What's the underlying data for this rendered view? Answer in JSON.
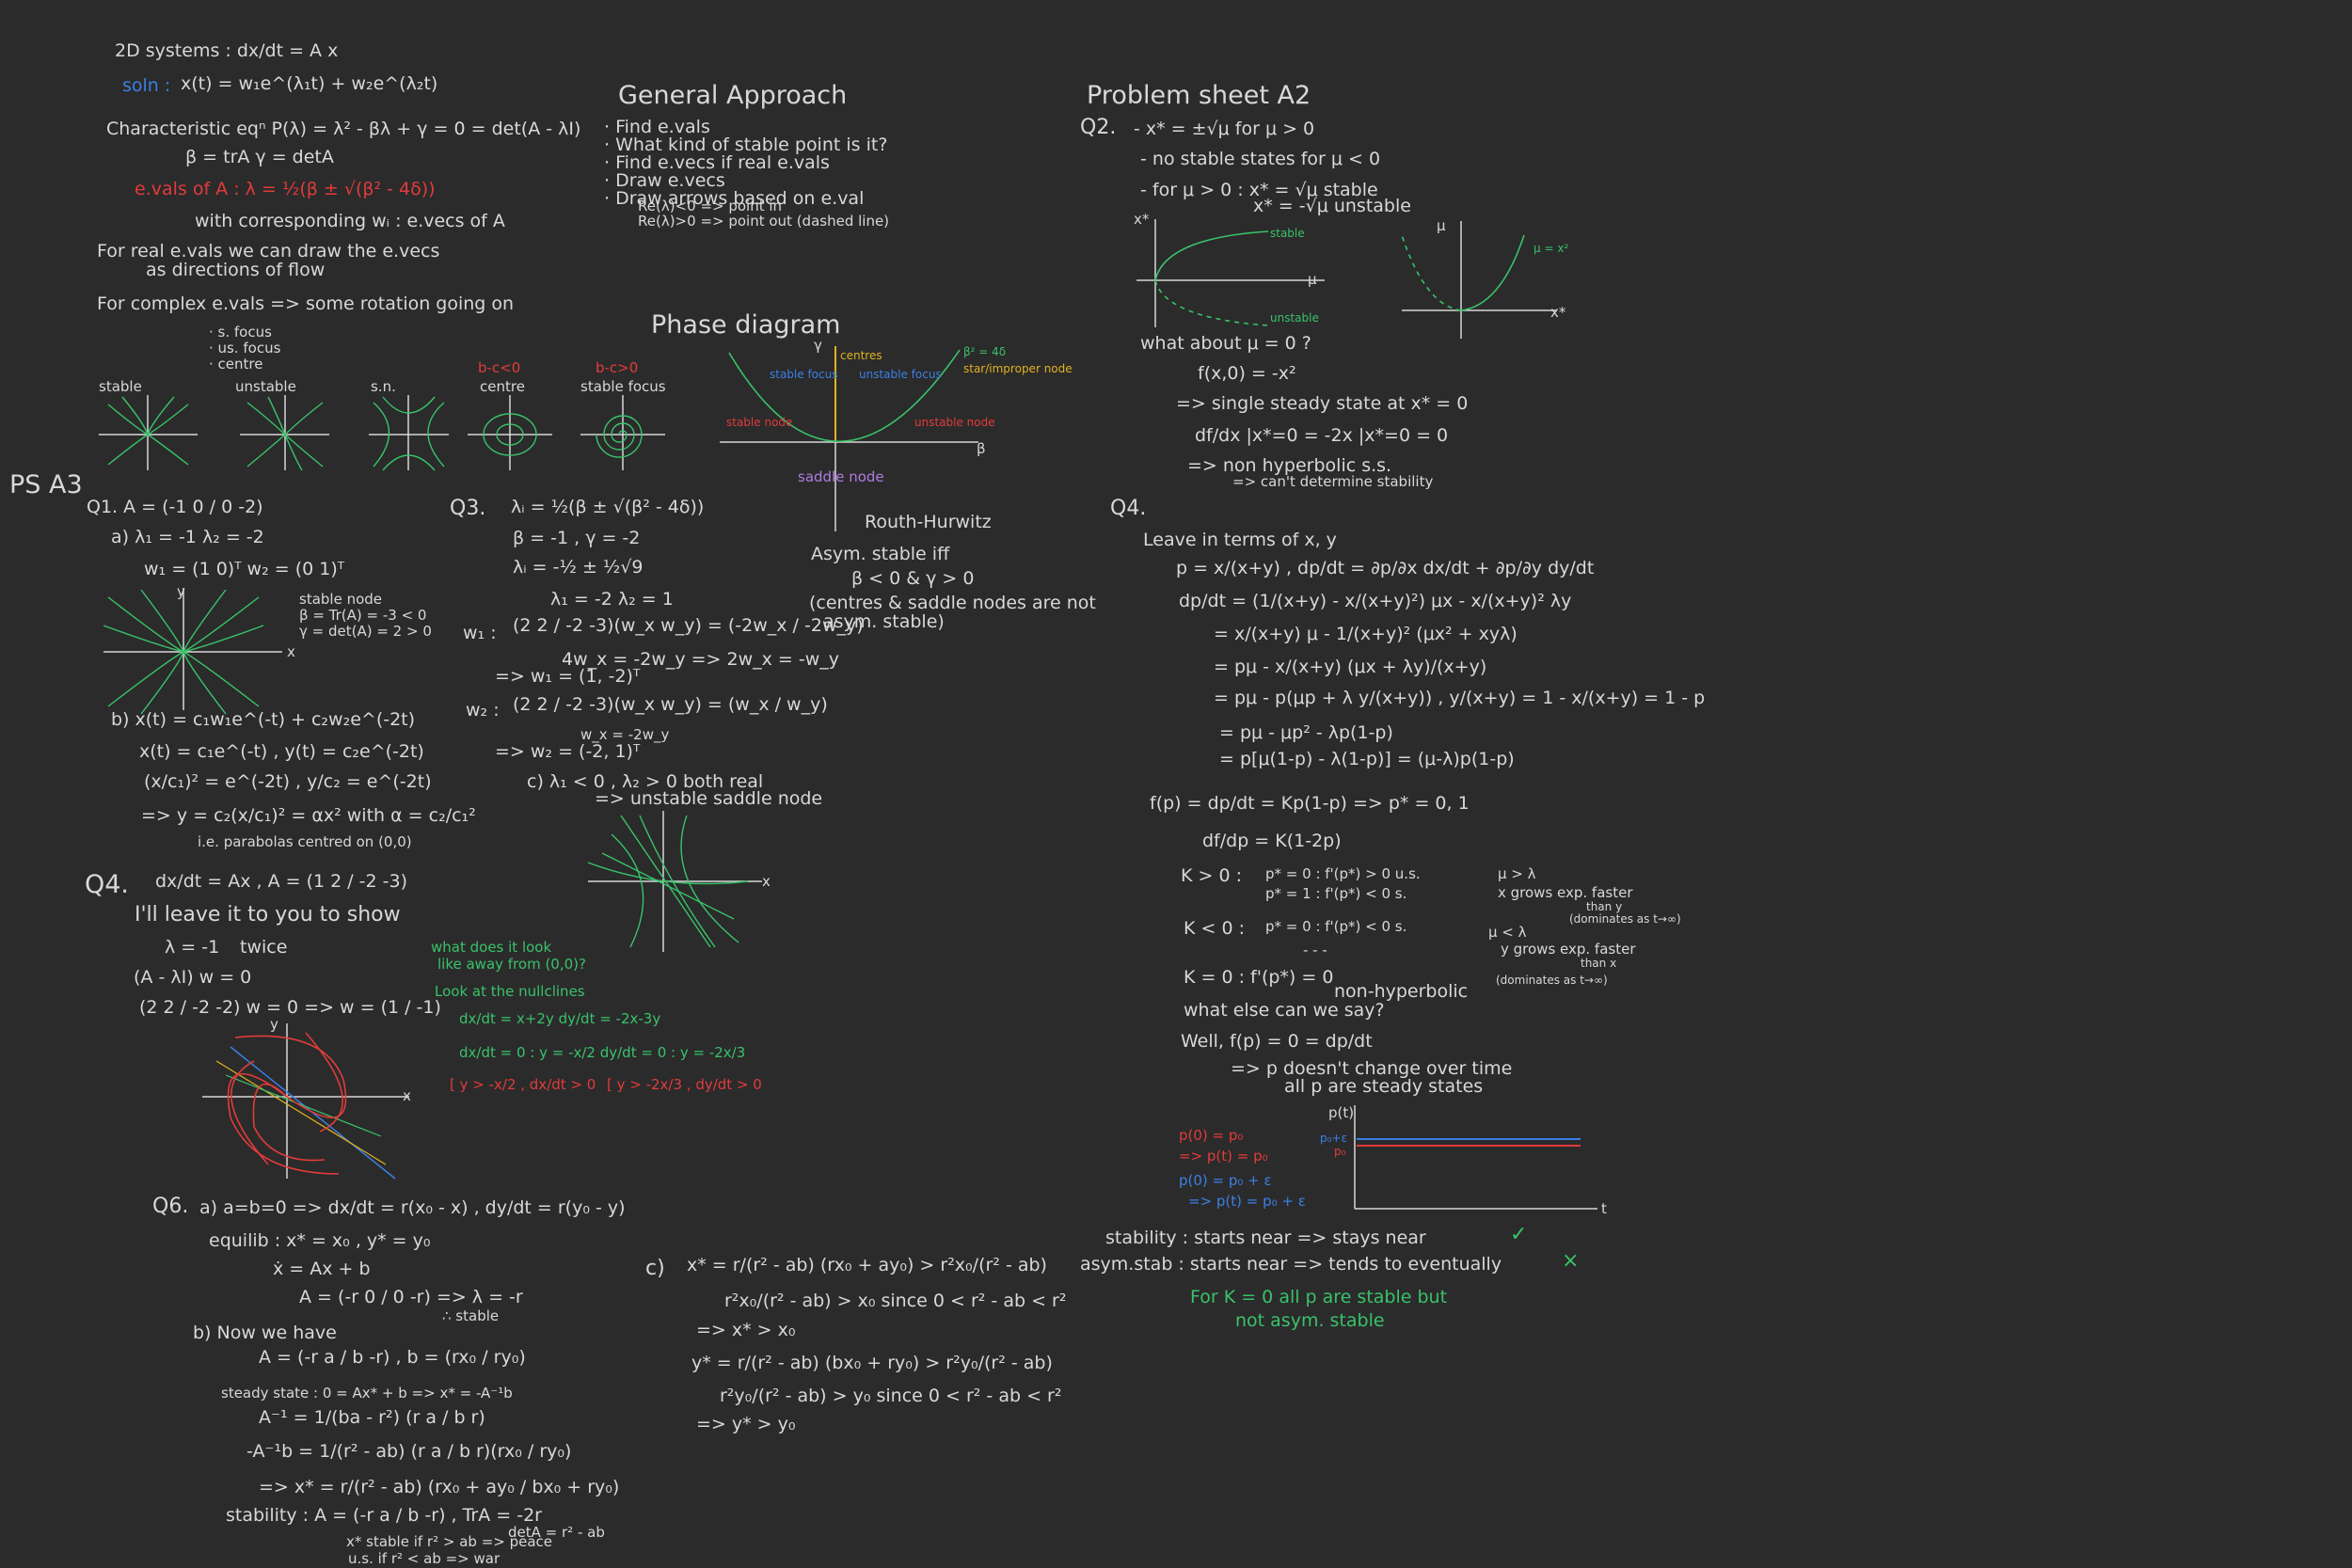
{
  "colors": {
    "background": "#2b2b2b",
    "white": "#d8d8d8",
    "green": "#39c26a",
    "red": "#e23b3b",
    "blue": "#3b7fe6",
    "yellow": "#e0b220",
    "purple": "#b07be0"
  },
  "left": {
    "systems": "2D systems :  dx/dt = A x",
    "soln_label": "soln :",
    "soln": "x(t) = w₁e^(λ₁t) + w₂e^(λ₂t)",
    "char_eq": "Characteristic eqⁿ   P(λ) = λ² - βλ + γ = 0 = det(A - λI)",
    "beta_gamma": "β = trA     γ = detA",
    "evals": "e.vals of A :  λ = ½(β ± √(β² - 4δ))",
    "corresponding": "with corresponding wᵢ : e.vecs of A",
    "real_evals_1": "For real e.vals we can draw the e.vecs",
    "real_evals_2": "as directions of flow",
    "complex": "For complex e.vals => some rotation going on",
    "complex_items": [
      "· s. focus",
      "· us. focus",
      "· centre"
    ],
    "b_cond_1": "b-c<0",
    "b_cond_2": "b-c>0",
    "portraits": [
      "stable",
      "unstable",
      "s.n.",
      "centre",
      "stable focus"
    ]
  },
  "general": {
    "title": "General Approach",
    "items": [
      "· Find e.vals",
      "· What kind of stable point is it?",
      "· Find e.vecs if real e.vals",
      "· Draw e.vecs",
      "· Draw arrows based on e.val"
    ],
    "re_neg": "Re(λ)<0 => point in",
    "re_pos": "Re(λ)>0 => point out (dashed line)"
  },
  "phase": {
    "title": "Phase diagram",
    "gamma": "γ",
    "beta": "β",
    "centres": "centres",
    "curve": "β² = 4δ",
    "star": "star/improper node",
    "stable_focus": "stable focus",
    "unstable_focus": "unstable focus",
    "stable_node": "stable node",
    "unstable_node": "unstable node",
    "saddle": "saddle node",
    "routh": "Routh-Hurwitz",
    "asym": "Asym. stable iff",
    "cond": "β < 0 & γ > 0",
    "note_1": "(centres & saddle nodes are not",
    "note_2": "asym. stable)"
  },
  "problem_a2": {
    "title": "Problem sheet A2",
    "q2": "Q2.",
    "l1": "- x* = ±√μ   for μ > 0",
    "l2": "- no stable states for μ < 0",
    "l3": "- for μ > 0 :  x* = √μ  stable",
    "l4": "x* = -√μ  unstable",
    "stable": "stable",
    "unstable": "unstable",
    "mu_label": "μ",
    "x_label": "x*",
    "curve_label": "μ = x²",
    "what_about": "what about μ = 0 ?",
    "f": "f(x,0) = -x²",
    "single": "=> single steady state at x* = 0",
    "deriv": "df/dx |x*=0 = -2x |x*=0 = 0",
    "non_hyp": "=> non hyperbolic s.s.",
    "cant": "=> can't determine stability"
  },
  "q4_right": {
    "label": "Q4.",
    "lines": [
      "Leave in terms of  x, y",
      "p = x/(x+y) ,   dp/dt = ∂p/∂x dx/dt + ∂p/∂y dy/dt",
      "dp/dt = (1/(x+y) - x/(x+y)²) μx - x/(x+y)² λy",
      "= x/(x+y) μ - 1/(x+y)² (μx² + xyλ)",
      "= pμ - x/(x+y) (μx + λy)/(x+y)",
      "= pμ - p(μp + λ y/(x+y)) ,      y/(x+y) = 1 - x/(x+y) = 1 - p",
      "= pμ - μp² - λp(1-p)",
      "= p[μ(1-p) - λ(1-p)] = (μ-λ)p(1-p)"
    ],
    "fp": "f(p) = dp/dt = Kp(1-p)      => p* = 0, 1",
    "dfdp": "df/dp = K(1-2p)",
    "k_pos": "K > 0 :",
    "k_pos_1": "p* = 0 : f'(p*) > 0   u.s.",
    "k_pos_2": "p* = 1 : f'(p*) < 0   s.",
    "k_neg": "K < 0 :",
    "k_neg_1": "p* = 0 : f'(p*) < 0  s.",
    "k_neg_2": "- - -",
    "mu_gt": "μ > λ",
    "x_grows": "x grows exp. faster",
    "than_y": "than y",
    "dom_1": "(dominates as t→∞)",
    "mu_lt": "μ < λ",
    "y_grows": "y grows exp. faster",
    "than_x": "than x",
    "dom_2": "(dominates as t→∞)",
    "k_zero": "K = 0 :  f'(p*) = 0",
    "non_hyp": "non-hyperbolic",
    "what_else": "what else can we say?",
    "well": "Well,   f(p) = 0 = dp/dt",
    "no_change": "=> p doesn't change over time",
    "all_p": "all p are steady states",
    "p_axis": "p(t)",
    "t_axis": "t",
    "p0_red": "p(0) = p₀",
    "pt_red": "=> p(t) = p₀",
    "p0_blue": "p(0) = p₀ + ε",
    "pt_blue": "=> p(t) = p₀ + ε",
    "p_eps": "p₀+ε",
    "p_0": "p₀",
    "stability": "stability : starts near => stays near",
    "check": "✓",
    "asym": "asym.stab : starts near => tends to eventually",
    "cross": "×",
    "conclusion_1": "For K = 0  all p are stable but",
    "conclusion_2": "not asym. stable"
  },
  "ps_a3": {
    "title": "PS A3",
    "q1": "Q1.  A = (-1 0 / 0 -2)",
    "q1a": "a)  λ₁ = -1     λ₂ = -2",
    "q1a_w": "w₁ = (1 0)ᵀ     w₂ = (0 1)ᵀ",
    "stable_node": "stable node",
    "beta": "β = Tr(A) = -3 < 0",
    "gamma": "γ = det(A) = 2 > 0",
    "q1b": "b)  x(t) = c₁w₁e^(-t) + c₂w₂e^(-2t)",
    "q1b_2": "x(t) = c₁e^(-t) ,      y(t) = c₂e^(-2t)",
    "q1b_3": "(x/c₁)² = e^(-2t) ,      y/c₂ = e^(-2t)",
    "q1b_4": "=>  y = c₂(x/c₁)² = αx²   with  α = c₂/c₁²",
    "q1b_5": "i.e. parabolas centred on (0,0)",
    "q3": "Q3.",
    "q3_1": "λᵢ = ½(β ± √(β² - 4δ))",
    "q3_2": "β = -1 ,  γ = -2",
    "q3_3": "λᵢ = -½ ± ½√9",
    "q3_4": "λ₁ = -2     λ₂ = 1",
    "q3_w1": "w₁ :",
    "q3_5": "(2 2 / -2 -3)(w_x w_y) = (-2w_x / -2w_y)",
    "q3_6": "4w_x = -2w_y => 2w_x = -w_y",
    "q3_7": "=> w₁ = (1, -2)ᵀ",
    "q3_w2": "w₂ :",
    "q3_8": "(2 2 / -2 -3)(w_x w_y) = (w_x / w_y)",
    "q3_9": "w_x = -2w_y",
    "q3_10": "=> w₂ = (-2, 1)ᵀ",
    "q3c": "c)  λ₁ < 0 ,  λ₂ > 0   both real",
    "q3c_2": "=> unstable saddle node",
    "x_axis": "x",
    "y_axis": "y"
  },
  "q4_left": {
    "label": "Q4.",
    "eq": "dx/dt = Ax  ,  A = (1 2 / -2 -3)",
    "leave": "I'll leave it to you to show",
    "lambda": "λ = -1",
    "twice": "twice",
    "a_li": "(A - λI) w = 0",
    "mat": "(2 2 / -2 -2) w = 0  =>  w = (1 / -1)",
    "g1": "what does it look",
    "g2": "like away from (0,0)?",
    "g3": "Look at the nullclines",
    "g4": "dx/dt = x+2y      dy/dt = -2x-3y",
    "g5": "dx/dt = 0 : y = -x/2     dy/dt = 0 : y = -2x/3",
    "r1": "[ y > -x/2 , dx/dt > 0",
    "r2": "[ y > -2x/3 , dy/dt > 0",
    "x_axis": "x",
    "y_axis": "y"
  },
  "q6": {
    "label": "Q6.",
    "a": "a) a=b=0 => dx/dt = r(x₀ - x) ,   dy/dt = r(y₀ - y)",
    "equilib": "equilib :   x* = x₀ ,   y* = y₀",
    "axb": "ẋ = Ax + b",
    "a_mat": "A = (-r 0 / 0 -r)   => λ = -r",
    "stable": "∴ stable",
    "b": "b) Now we have",
    "b_mat": "A = (-r a / b -r) ,   b = (rx₀ / ry₀)",
    "steady": "steady state :   0 = Ax* + b => x* = -A⁻¹b",
    "inv": "A⁻¹ = 1/(ba - r²) (r a / b r)",
    "inv2": "-A⁻¹b = 1/(r² - ab) (r a / b r)(rx₀ / ry₀)",
    "xstar": "=>  x* = r/(r² - ab) (rx₀ + ay₀ / bx₀ + ry₀)",
    "stability": "stability :   A = (-r a / b -r) ,   TrA = -2r",
    "det": "detA = r² - ab",
    "peace": "x* stable if  r² > ab  => peace",
    "war": "u.s.   if  r² < ab  => war",
    "c": "c)",
    "c1": "x* = r/(r² - ab) (rx₀ + ay₀)  >  r²x₀/(r² - ab)",
    "c2": "r²x₀/(r² - ab) > x₀    since  0 < r² - ab < r²",
    "c3": "=> x* > x₀",
    "c4": "y* = r/(r² - ab) (bx₀ + ry₀)  >  r²y₀/(r² - ab)",
    "c5": "r²y₀/(r² - ab) > y₀    since  0 < r² - ab < r²",
    "c6": "=> y* > y₀"
  }
}
